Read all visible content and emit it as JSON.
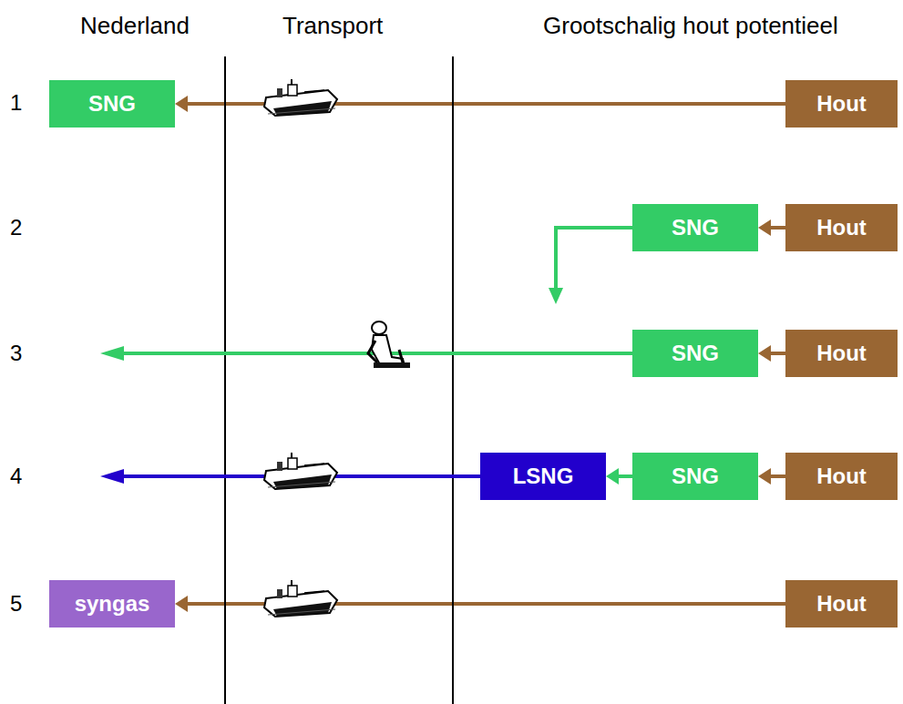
{
  "diagram": {
    "nodes": [
      {
        "text": [
          "SNG"
        ]
      },
      {
        "text": [
          "Hout"
        ]
      },
      {
        "text": [
          "SNG"
        ]
      },
      {
        "text": [
          "Hout"
        ]
      },
      {
        "text": [
          "SNG"
        ]
      },
      {
        "text": [
          "Hout"
        ]
      },
      {
        "text": [
          "LSNG"
        ]
      },
      {
        "text": [
          "SNG"
        ]
      },
      {
        "text": [
          "Hout"
        ]
      },
      {
        "text": [
          "syngas"
        ]
      },
      {
        "text": [
          "Hout"
        ]
      }
    ],
    "edges": [
      {
        "from": 1,
        "to": 0,
        "arrow": "to"
      },
      {
        "from": 3,
        "to": 2,
        "arrow": "to"
      },
      {
        "from": 5,
        "to": 4,
        "arrow": "to"
      },
      {
        "from": 8,
        "to": 7,
        "arrow": "to"
      },
      {
        "from": 7,
        "to": 6,
        "arrow": "to"
      },
      {
        "from": 10,
        "to": 9,
        "arrow": "to"
      }
    ],
    "labels": [
      "Nederland",
      "Transport",
      "Grootschalig hout potentieel",
      "1",
      "2",
      "3",
      "4",
      "5"
    ]
  }
}
